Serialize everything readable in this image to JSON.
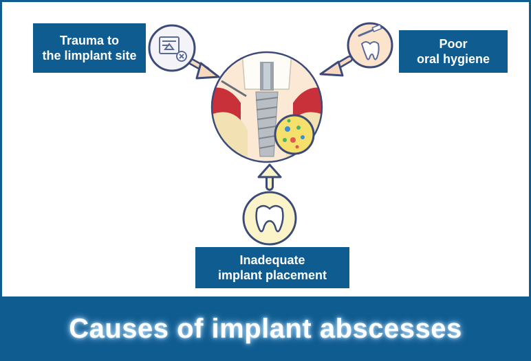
{
  "causes": {
    "trauma": {
      "lines": [
        "Trauma to",
        "the limplant site"
      ],
      "icon": "site-trauma-icon"
    },
    "hygiene": {
      "lines": [
        "Poor",
        "oral hygiene"
      ],
      "icon": "toothbrush-tooth-icon"
    },
    "placement": {
      "lines": [
        "Inadequate",
        "implant placement"
      ],
      "icon": "tooth-icon"
    }
  },
  "center_image": {
    "icon": "dental-implant-abscess-illustration"
  },
  "footer": {
    "title": "Causes of implant abscesses"
  },
  "colors": {
    "brand_blue": "#0f5c91",
    "arrow_blue": "#3b4a78",
    "circle_fill": "#fbe9d6",
    "gum_red": "#c9313a",
    "bone": "#f1e1b3"
  }
}
